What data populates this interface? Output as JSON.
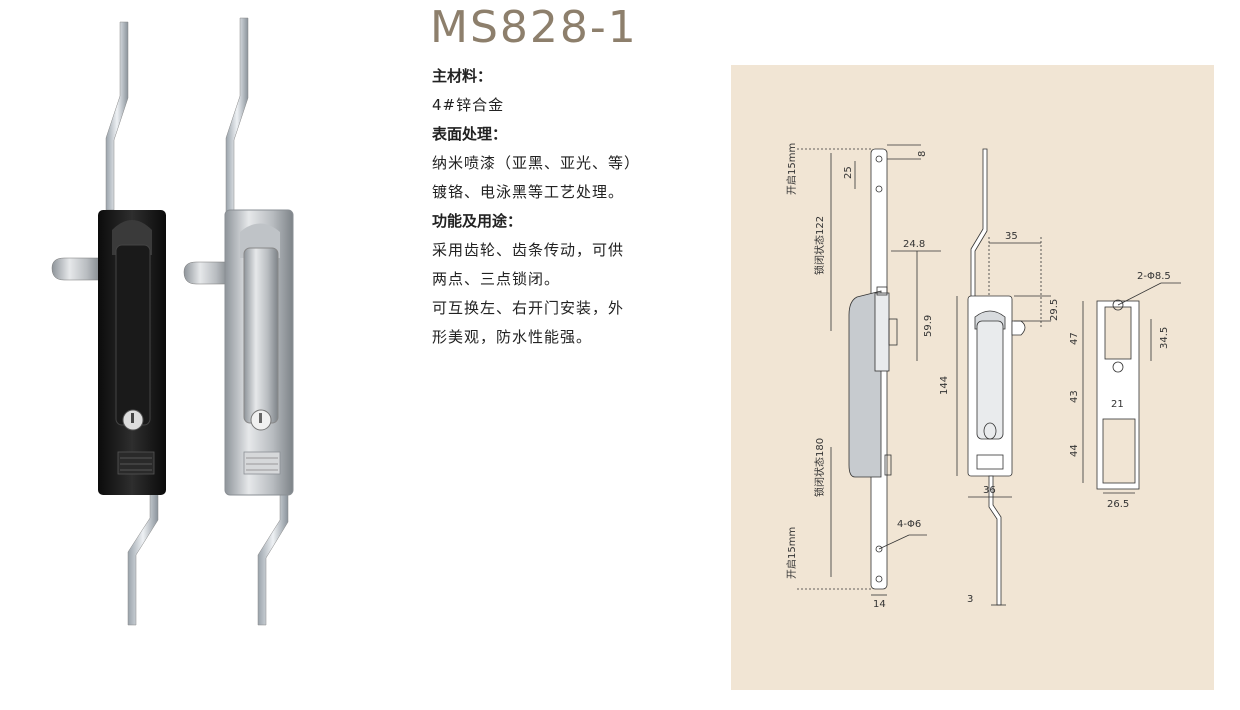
{
  "product": {
    "model": "MS828-1"
  },
  "specs": [
    {
      "heading": "主材料：",
      "lines": [
        "4#锌合金"
      ]
    },
    {
      "heading": "表面处理：",
      "lines": [
        "纳米喷漆（亚黑、亚光、等）",
        "镀铬、电泳黑等工艺处理。"
      ]
    },
    {
      "heading": "功能及用途：",
      "lines": [
        "采用齿轮、齿条传动，可供",
        "两点、三点锁闭。",
        "可互换左、右开门安装，外",
        "形美观，防水性能强。"
      ]
    }
  ],
  "drawing": {
    "left_view": {
      "open_top": "开启15mm",
      "closed_top": "锁闭状态122",
      "closed_bottom": "锁闭状态180",
      "open_bottom": "开启15mm",
      "d8": "8",
      "d25": "25",
      "d24_8": "24.8",
      "d59_9": "59.9",
      "holes": "4-Φ6",
      "d14": "14"
    },
    "front_view": {
      "d35": "35",
      "d29_5": "29.5",
      "d144": "144",
      "d36": "36",
      "d3": "3"
    },
    "cutout_view": {
      "holes": "2-Φ8.5",
      "d47": "47",
      "d34_5": "34.5",
      "d43": "43",
      "d21": "21",
      "d44": "44",
      "d26_5": "26.5"
    }
  },
  "colors": {
    "title": "#8d7f6c",
    "drawing_bg": "#f1e5d4",
    "black_lock": "#1c1c1c",
    "chrome_lock": "#c9ccd0"
  }
}
